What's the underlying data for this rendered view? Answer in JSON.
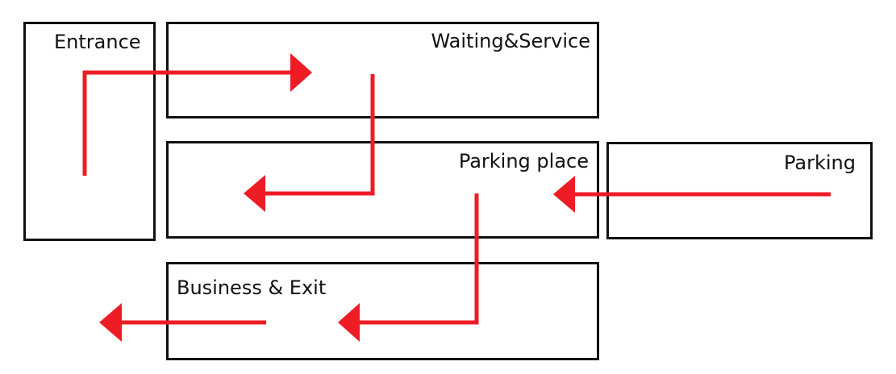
{
  "colors": {
    "flow_arrow": "#ee1c25",
    "border": "#111111",
    "text": "#111111",
    "background": "#ffffff"
  },
  "zones": {
    "entrance": "Entrance",
    "waiting_service": "Waiting&Service",
    "parking_place": "Parking place",
    "parking": "Parking",
    "business_exit": "Business & Exit"
  }
}
